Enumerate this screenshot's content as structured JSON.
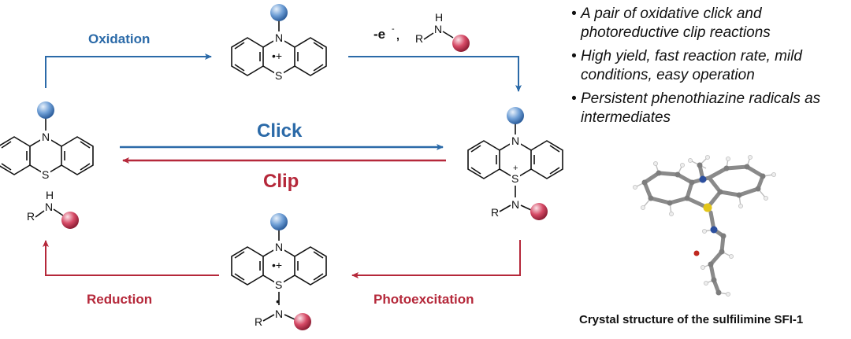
{
  "labels": {
    "oxidation": "Oxidation",
    "click": "Click",
    "clip": "Clip",
    "reduction": "Reduction",
    "photoexcitation": "Photoexcitation",
    "reagent_charge": "-e",
    "reagent_charge_sup": "-",
    "reagent_comma": ","
  },
  "atoms": {
    "n": "N",
    "s": "S",
    "h": "H",
    "r": "R",
    "radical_cation": "•+",
    "plus": "+",
    "radical_dot": "•"
  },
  "bullets": [
    "A pair of oxidative click and photoreductive clip reactions",
    "High yield, fast reaction rate, mild conditions, easy operation",
    "Persistent phenothiazine radicals as intermediates"
  ],
  "bullet_marker": "•",
  "caption": "Crystal structure of the sulfilimine SFI-1",
  "colors": {
    "blue": "#2b6aa8",
    "red": "#b5283a",
    "blue_sphere": "#6f9fd6",
    "red_sphere": "#d64a66"
  }
}
